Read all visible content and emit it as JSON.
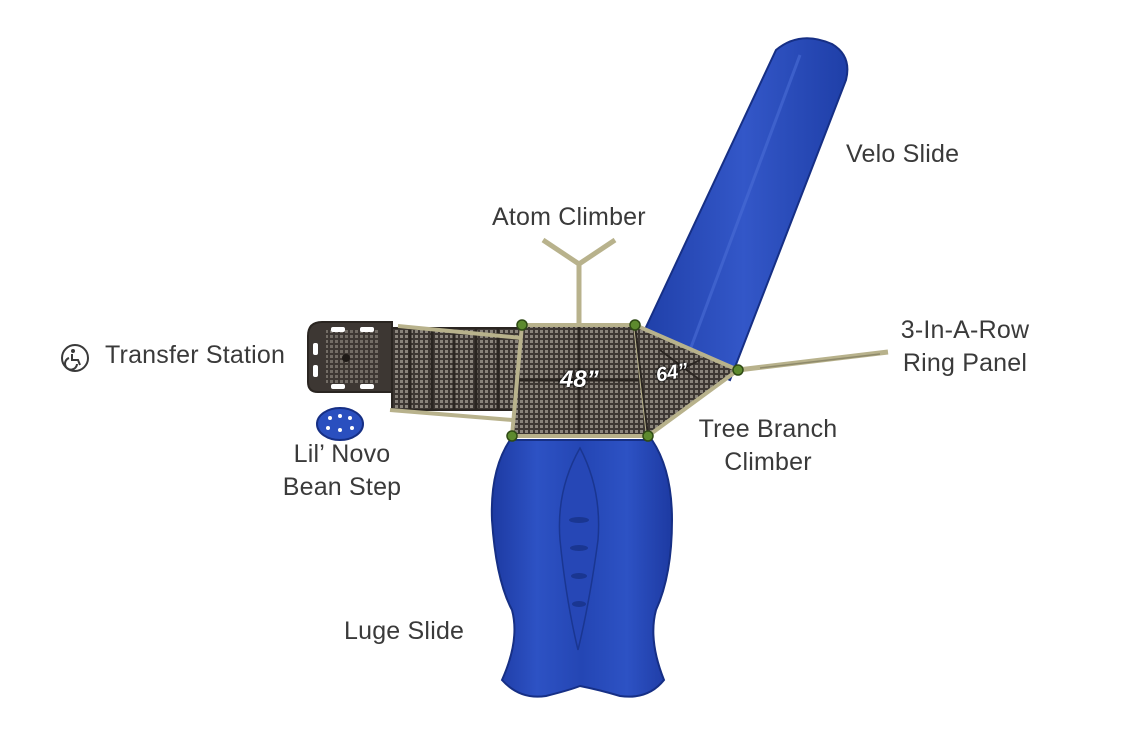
{
  "labels": {
    "velo_slide": "Velo Slide",
    "atom_climber": "Atom Climber",
    "transfer_station": "Transfer Station",
    "ring_panel_line1": "3-In-A-Row",
    "ring_panel_line2": "Ring Panel",
    "bean_step_line1": "Lil’ Novo",
    "bean_step_line2": "Bean Step",
    "tree_branch_line1": "Tree Branch",
    "tree_branch_line2": "Climber",
    "luge_slide": "Luge Slide"
  },
  "dimensions": {
    "deck_square": "48”",
    "deck_triangle": "64”"
  },
  "icons": {
    "accessibility": "wheelchair-accessible-icon"
  },
  "colors": {
    "slide_blue": "#2a4fbf",
    "slide_blue_dark": "#1c3a9c",
    "deck_dark": "#3b3531",
    "frame_tan": "#b8b28c",
    "post_green": "#5d8a2e",
    "label_text": "#3a3a3a"
  }
}
